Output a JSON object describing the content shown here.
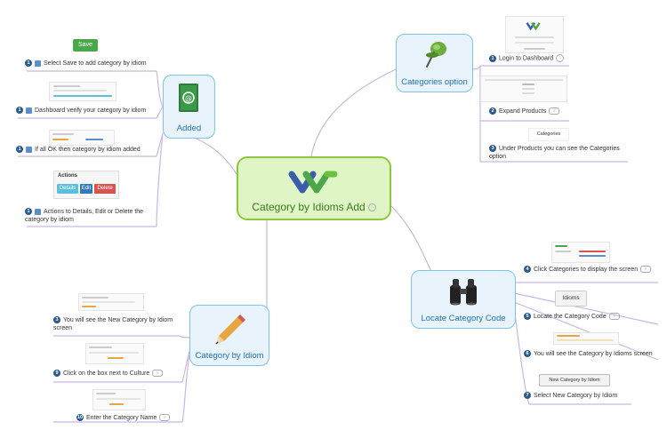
{
  "central": {
    "title": "Category by Idioms Add"
  },
  "topics": {
    "added": {
      "label": "Added"
    },
    "categories_option": {
      "label": "Categories option"
    },
    "category_by_idiom": {
      "label": "Category by Idiom"
    },
    "locate_category_code": {
      "label": "Locate Category Code"
    }
  },
  "added_items": [
    {
      "num": "1",
      "text": "Select Save to add category by idiom",
      "button": "Save"
    },
    {
      "num": "1",
      "text": "Dashboard verify your category by idiom"
    },
    {
      "num": "1",
      "text": "If all OK then category by idiom added"
    },
    {
      "num": "1",
      "text": "Actions to Details, Edit or Delete the category by idiom",
      "actions_title": "Actions",
      "buttons": [
        "Details",
        "Edit",
        "Delete"
      ]
    }
  ],
  "categories_items": [
    {
      "num": "1",
      "text": "Login to Dashboard"
    },
    {
      "num": "2",
      "text": "Expand Products"
    },
    {
      "num": "3",
      "text": "Under Products you can see the Categories option",
      "image_text": "Categories"
    }
  ],
  "idiom_items": [
    {
      "num": "3",
      "text": "You will see the New Category by Idiom screen"
    },
    {
      "num": "9",
      "text": "Click on the box next to Culture"
    },
    {
      "num": "10",
      "text": "Enter the Category Name"
    }
  ],
  "locate_items": [
    {
      "num": "4",
      "text": "Click Categories to display the screen"
    },
    {
      "num": "5",
      "text": "Locate the Category Code",
      "image_text": "Idioms"
    },
    {
      "num": "6",
      "text": "You will see the Category by Idioms screen"
    },
    {
      "num": "7",
      "text": "Select New Category by Idiom",
      "image_text": "New Category by Idiom"
    }
  ],
  "colors": {
    "central_border": "#8cc63f",
    "topic_border": "#7fc4e8",
    "connector": "#c9b6e4",
    "topic_label": "#1e73be"
  }
}
